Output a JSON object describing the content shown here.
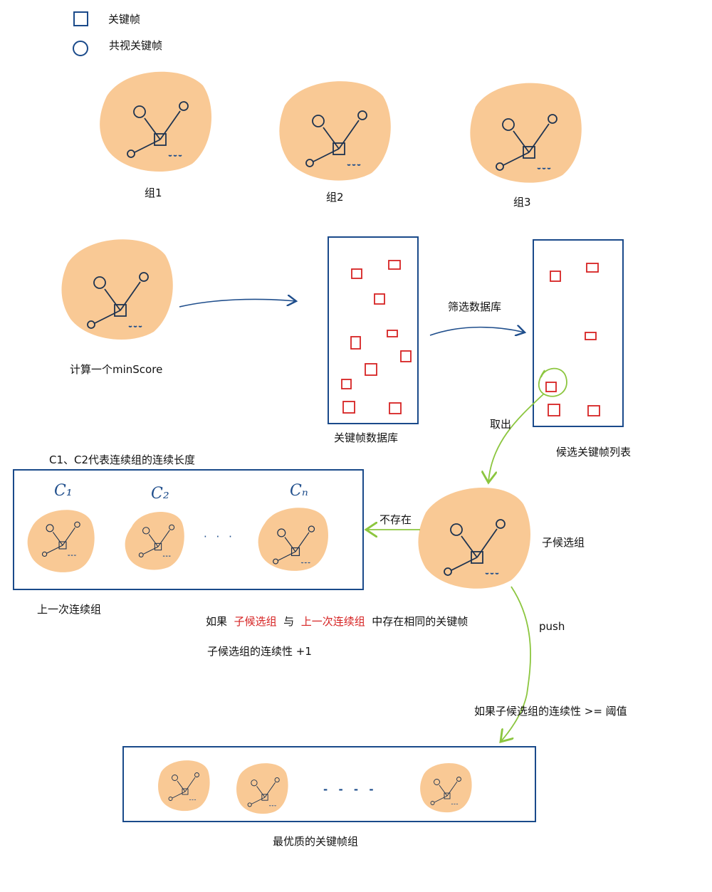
{
  "legend": {
    "keyframe": "关键帧",
    "covisible_keyframe": "共视关键帧"
  },
  "groups": [
    "组1",
    "组2",
    "组3"
  ],
  "compute_label": "计算一个minScore",
  "database_label": "关键帧数据库",
  "filter_label": "筛选数据库",
  "candidate_list_label": "候选关键帧列表",
  "take_out_label": "取出",
  "sub_group_label": "子候选组",
  "not_exist_label": "不存在",
  "push_label": "push",
  "continuity_caption": "C1、C2代表连续组的连续长度",
  "continuity_marks": [
    "C₁",
    "C₂",
    "Cₙ"
  ],
  "continuity_ellipsis": "· · ·",
  "prev_group_label": "上一次连续组",
  "rule": {
    "prefix": "如果",
    "term1": "子候选组",
    "conj": "与",
    "term2": "上一次连续组",
    "suffix": "中存在相同的关键帧"
  },
  "increment_label": "子候选组的连续性 +1",
  "threshold_label": "如果子候选组的连续性 >= 阈值",
  "best_group_label": "最优质的关键帧组",
  "best_ellipsis": "- - - -",
  "colors": {
    "blob": "#f9c995",
    "navy": "#1f4e8c",
    "box": "#1a4a8a",
    "red": "#d62222",
    "green": "#8cc63f",
    "line": "#1e3350"
  }
}
